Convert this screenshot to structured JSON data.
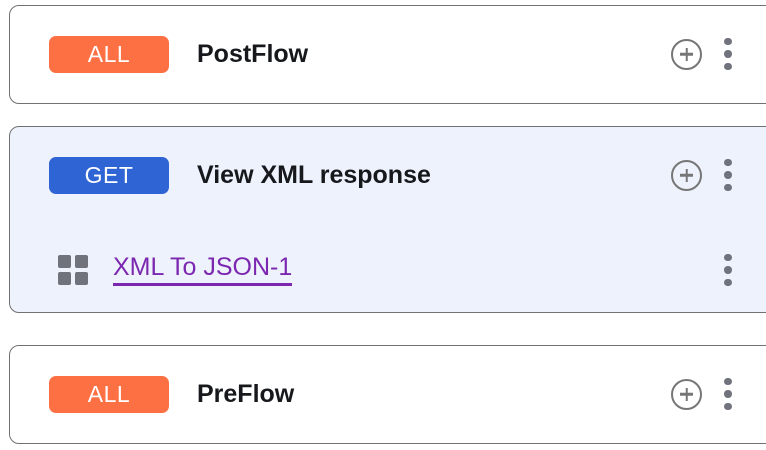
{
  "flows": [
    {
      "id": "postflow",
      "badge": {
        "label": "ALL",
        "color": "#fd7043",
        "name": "method-badge-all"
      },
      "title": "PostFlow",
      "selected": false,
      "add_icon": "plus-circle-icon",
      "menu_icon": "kebab-menu-icon",
      "children": []
    },
    {
      "id": "view-xml-response",
      "badge": {
        "label": "GET",
        "color": "#2f64d4",
        "name": "method-badge-get"
      },
      "title": "View XML response",
      "selected": true,
      "add_icon": "plus-circle-icon",
      "menu_icon": "kebab-menu-icon",
      "children": [
        {
          "id": "xml-to-json-1",
          "label": "XML To JSON-1",
          "icon": "policy-grid-icon",
          "link_color": "#7b27b0",
          "menu_icon": "kebab-menu-icon"
        }
      ]
    },
    {
      "id": "preflow",
      "badge": {
        "label": "ALL",
        "color": "#fd7043",
        "name": "method-badge-all"
      },
      "title": "PreFlow",
      "selected": false,
      "add_icon": "plus-circle-icon",
      "menu_icon": "kebab-menu-icon",
      "children": []
    }
  ],
  "theme": {
    "card_border": "#6f7175",
    "selected_background": "#eef2fc",
    "card_background": "#ffffff",
    "title_color": "#16181c",
    "icon_color": "#70737c"
  }
}
